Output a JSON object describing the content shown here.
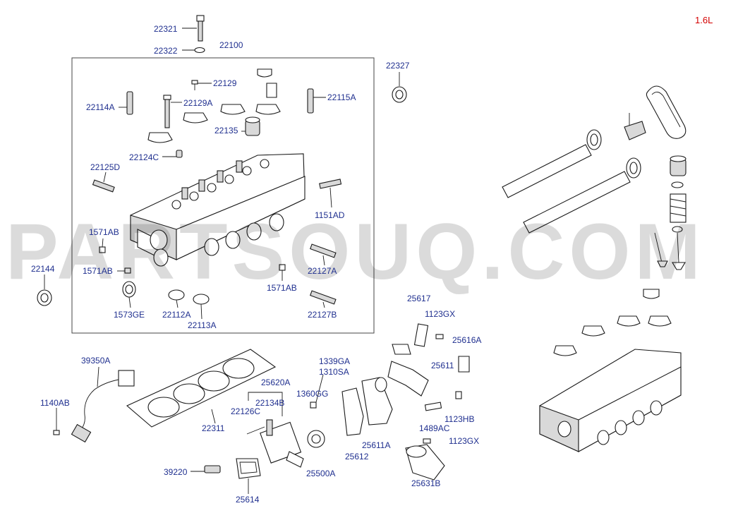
{
  "engine": "1.6L",
  "watermark": "PARTSOUQ.COM",
  "colors": {
    "label": "#1f2f8f",
    "engine": "#d40000",
    "watermark": "#bbbbbb"
  },
  "labels": {
    "p22321": "22321",
    "p22322": "22322",
    "p22100": "22100",
    "p22327": "22327",
    "p22129": "22129",
    "p22114A": "22114A",
    "p22129A": "22129A",
    "p22115A": "22115A",
    "p22135": "22135",
    "p22124C": "22124C",
    "p22125D": "22125D",
    "p1151AD": "1151AD",
    "p1571AB_1": "1571AB",
    "p1571AB_2": "1571AB",
    "p1571AB_3": "1571AB",
    "p22144": "22144",
    "p22127A": "22127A",
    "p1573GE": "1573GE",
    "p22112A": "22112A",
    "p22113A": "22113A",
    "p22127B": "22127B",
    "p25617": "25617",
    "p1123GX_1": "1123GX",
    "p25616A": "25616A",
    "p39350A": "39350A",
    "p1339GA": "1339GA",
    "p1310SA": "1310SA",
    "p25611": "25611",
    "p25620A": "25620A",
    "p1140AB": "1140AB",
    "p22134B": "22134B",
    "p1360GG": "1360GG",
    "p22126C": "22126C",
    "p22311": "22311",
    "p1123HB": "1123HB",
    "p1489AC": "1489AC",
    "p25611A": "25611A",
    "p1123GX_2": "1123GX",
    "p25612": "25612",
    "p39220": "39220",
    "p25500A": "25500A",
    "p25631B": "25631B",
    "p25614": "25614"
  }
}
